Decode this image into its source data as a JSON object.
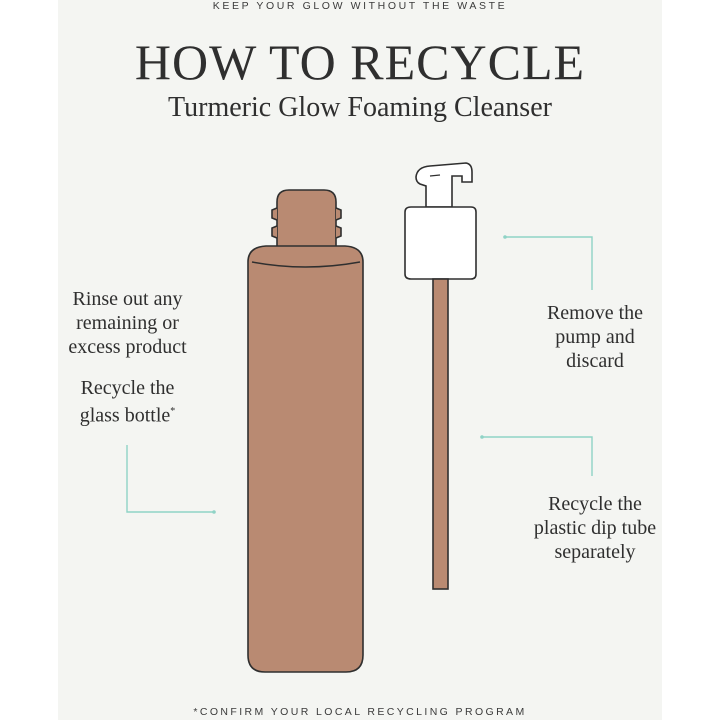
{
  "tagline": "KEEP YOUR GLOW WITHOUT THE WASTE",
  "title": "HOW TO RECYCLE",
  "subtitle": "Turmeric Glow Foaming Cleanser",
  "steps": {
    "rinse": "Rinse out any\nremaining or\nexcess product",
    "recycle_glass": "Recycle the\nglass bottle",
    "recycle_glass_mark": "*",
    "remove_pump": "Remove the\npump and\ndiscard",
    "recycle_tube": "Recycle the\nplastic dip tube\nseparately"
  },
  "footnote": "*CONFIRM YOUR LOCAL RECYCLING PROGRAM",
  "colors": {
    "background": "#f4f5f2",
    "bottle": "#b98a72",
    "leader_line": "#8fd3c6",
    "text": "#2f2f2f"
  }
}
